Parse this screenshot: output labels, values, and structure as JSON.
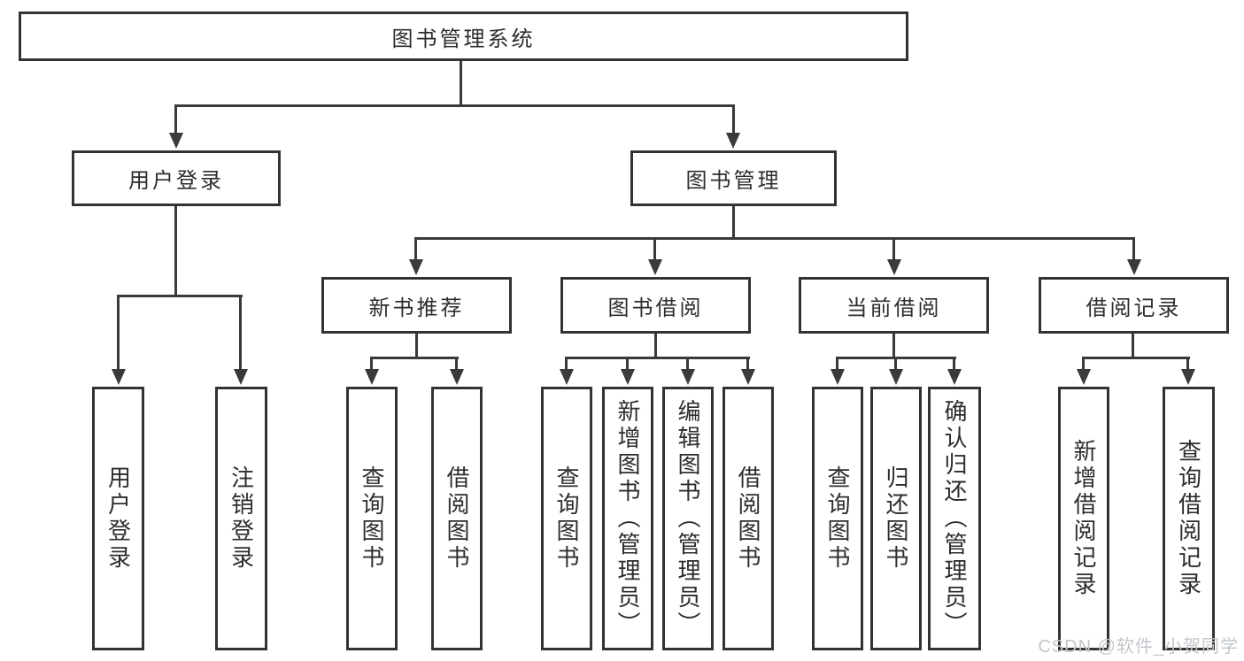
{
  "diagram": {
    "root": {
      "label": "图书管理系统"
    },
    "level2": [
      {
        "label": "用户登录"
      },
      {
        "label": "图书管理"
      }
    ],
    "branches": [
      {
        "label": "新书推荐"
      },
      {
        "label": "图书借阅"
      },
      {
        "label": "当前借阅"
      },
      {
        "label": "借阅记录"
      }
    ],
    "leaves": [
      {
        "label": "用户登录"
      },
      {
        "label": "注销登录"
      },
      {
        "label": "查询图书"
      },
      {
        "label": "借阅图书"
      },
      {
        "label": "查询图书"
      },
      {
        "label": "新增图书（管理员）"
      },
      {
        "label": "编辑图书（管理员）"
      },
      {
        "label": "借阅图书"
      },
      {
        "label": "查询图书"
      },
      {
        "label": "归还图书"
      },
      {
        "label": "确认归还（管理员）"
      },
      {
        "label": "新增借阅记录"
      },
      {
        "label": "查询借阅记录"
      }
    ],
    "colors": {
      "line": "#3a3a3a",
      "border": "#333333",
      "text": "#2d2d2d",
      "background": "#ffffff"
    }
  },
  "watermark": {
    "text": "CSDN @软件_小贺同学",
    "color": "#c2c6cb"
  }
}
